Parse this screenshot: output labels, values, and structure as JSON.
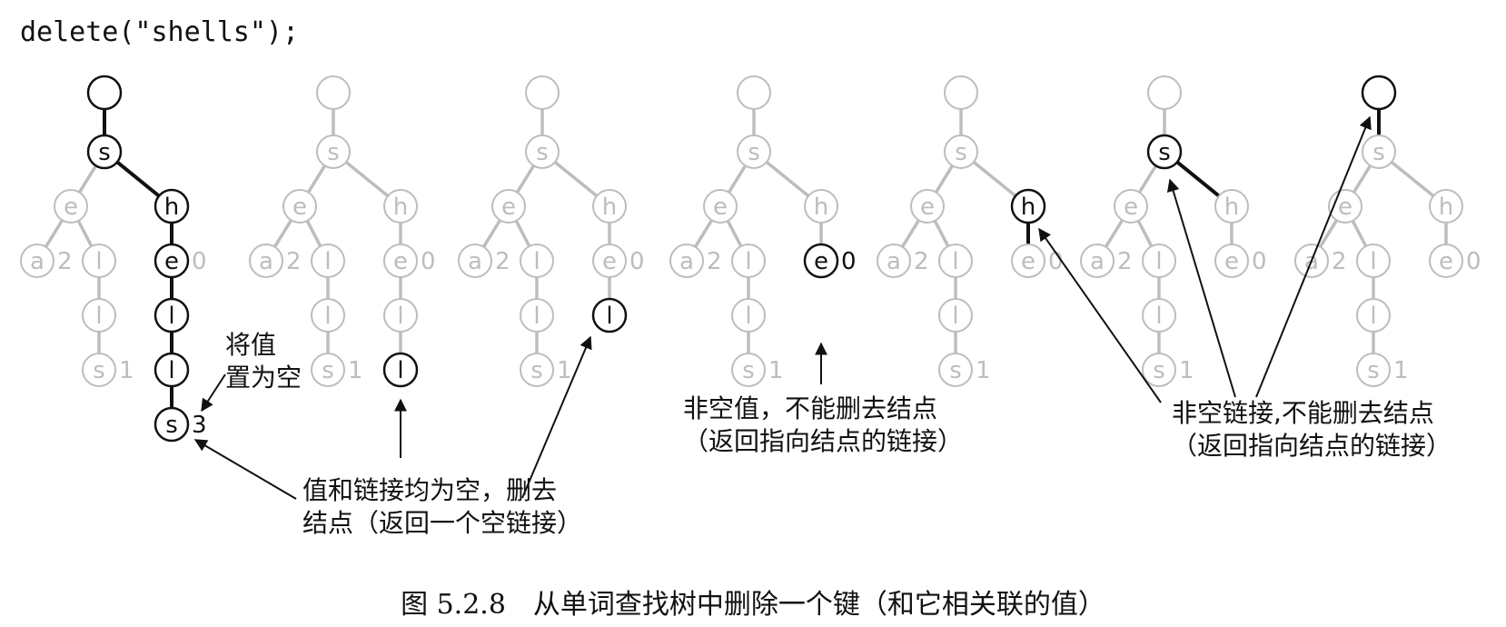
{
  "code": "delete(\"shells\");",
  "trees": [
    {
      "value_null": false,
      "pruned": [],
      "active": [
        "root",
        "s",
        "h",
        "e2",
        "l2",
        "l3",
        "s2"
      ],
      "active_links": [
        "root-s",
        "s-h",
        "h-e2",
        "e2-l2",
        "l2-l3",
        "l3-s2"
      ],
      "removed": []
    },
    {
      "value_null": true,
      "pruned": [
        "s2"
      ],
      "active": [
        "l3"
      ],
      "active_links": [],
      "removed": [
        "s2"
      ]
    },
    {
      "value_null": true,
      "pruned": [
        "s2",
        "l3"
      ],
      "active": [
        "l2"
      ],
      "active_links": [],
      "removed": [
        "s2",
        "l3"
      ]
    },
    {
      "value_null": true,
      "pruned": [
        "s2",
        "l3",
        "l2"
      ],
      "active": [
        "e2"
      ],
      "active_links": [],
      "removed": [
        "s2",
        "l3",
        "l2"
      ],
      "e2_value_active": true
    },
    {
      "value_null": true,
      "pruned": [
        "s2",
        "l3",
        "l2"
      ],
      "active": [
        "h"
      ],
      "active_links": [
        "h-e2"
      ],
      "removed": [
        "s2",
        "l3",
        "l2"
      ]
    },
    {
      "value_null": true,
      "pruned": [
        "s2",
        "l3",
        "l2"
      ],
      "active": [
        "s"
      ],
      "active_links": [
        "s-h"
      ],
      "removed": [
        "s2",
        "l3",
        "l2"
      ]
    },
    {
      "value_null": true,
      "pruned": [
        "s2",
        "l3",
        "l2"
      ],
      "active": [
        "root"
      ],
      "active_links": [
        "root-s"
      ],
      "removed": [
        "s2",
        "l3",
        "l2"
      ]
    }
  ],
  "node_chars": {
    "root": "",
    "s": "s",
    "e": "e",
    "h": "h",
    "a": "a",
    "l": "l",
    "e2": "e",
    "l1": "l",
    "l2": "l",
    "s1": "s",
    "l3": "l",
    "s2": "s"
  },
  "node_values": {
    "a": "2",
    "s1": "1",
    "e2": "0",
    "s2": "3"
  },
  "annotations": {
    "set_null": "将值\n置为空",
    "delete_node": "值和链接均为空，删去\n结点（返回一个空链接）",
    "nonnull_value": "非空值，不能删去结点\n（返回指向结点的链接）",
    "nonnull_link": "非空链接,不能删去结点\n（返回指向结点的链接）"
  },
  "caption": "图 5.2.8　从单词查找树中删除一个键（和它相关联的值）",
  "colors": {
    "active": "#111111",
    "inactive": "#bdbdbd"
  }
}
